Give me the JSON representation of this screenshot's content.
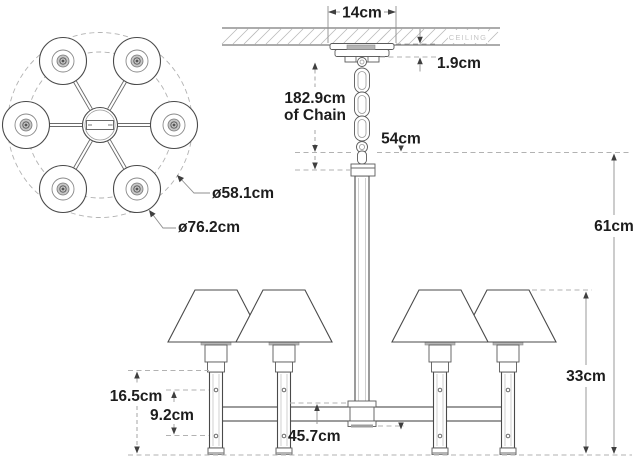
{
  "colors": {
    "line": "#4a4a4a",
    "dashed_reference": "#b2b2b2",
    "dimension_line": "#8f8f8f",
    "text": "#1d1d1d",
    "grey_fill": "#b5b5b5",
    "ceiling_text": "#c5c5c5"
  },
  "top_view": {
    "shade_circle_diameter": "ø58.1cm",
    "overall_diameter": "ø76.2cm"
  },
  "side_view": {
    "ceiling": "CEILING",
    "canopy_width": "14cm",
    "canopy_height": "1.9cm",
    "chain_line1": "182.9cm",
    "chain_line2": "of Chain",
    "hang_length": "54cm",
    "fixture_height": "61cm",
    "shade_to_bottom": "33cm",
    "post_height": "16.5cm",
    "hole_spacing": "9.2cm",
    "center_body": "45.7cm"
  }
}
